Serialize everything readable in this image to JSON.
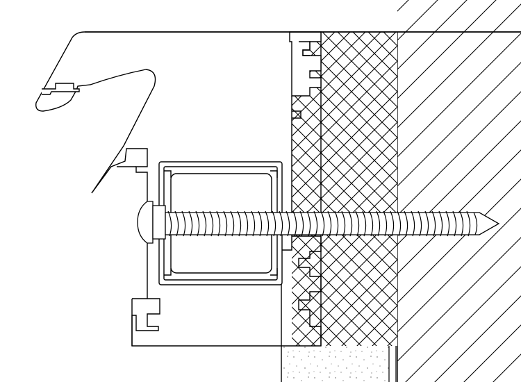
{
  "drawing": {
    "kind": "technical cross-section drawing",
    "components": {
      "cladding_profile": "cladding-profile",
      "mounting_profile": "mounting-profile",
      "spacer_tube": "hollow-spacer",
      "insulation_panel": "insulation",
      "wall_substrate": "wall-substrate",
      "concrete_base": "concrete-base",
      "fastener": "wood-screw"
    },
    "colors": {
      "line": "#000000",
      "background": "#ffffff",
      "fill": "#ffffff",
      "speckle": "#555555"
    }
  }
}
